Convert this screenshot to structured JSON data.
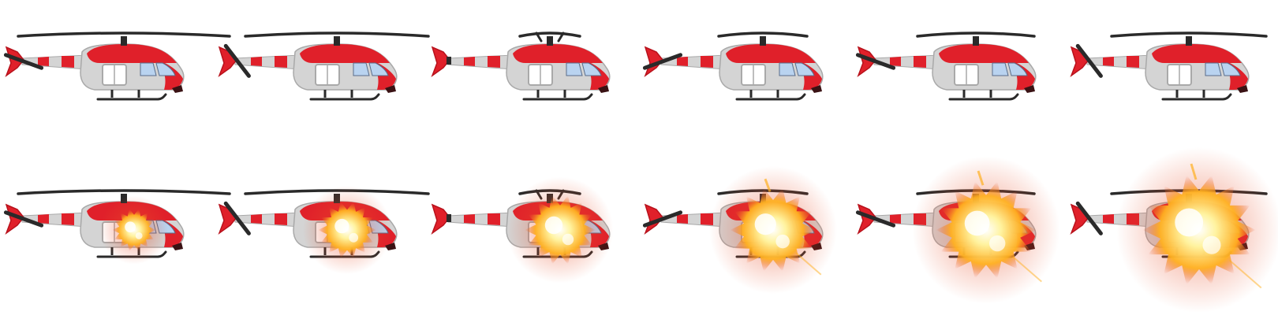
{
  "sprite_sheet": {
    "rows": [
      {
        "name": "flying",
        "frames": [
          {
            "rotor_phase": 1.0,
            "tail_phase": 0,
            "explosion": 0
          },
          {
            "rotor_phase": 0.85,
            "tail_phase": 1,
            "explosion": 0
          },
          {
            "rotor_phase": 0.2,
            "tail_phase": 2,
            "explosion": 0
          },
          {
            "rotor_phase": 0.35,
            "tail_phase": 3,
            "explosion": 0
          },
          {
            "rotor_phase": 0.5,
            "tail_phase": 0,
            "explosion": 0
          },
          {
            "rotor_phase": 0.7,
            "tail_phase": 1,
            "explosion": 0
          }
        ]
      },
      {
        "name": "exploding",
        "frames": [
          {
            "rotor_phase": 1.0,
            "tail_phase": 0,
            "explosion": 0.18
          },
          {
            "rotor_phase": 0.85,
            "tail_phase": 1,
            "explosion": 0.35
          },
          {
            "rotor_phase": 0.2,
            "tail_phase": 2,
            "explosion": 0.5
          },
          {
            "rotor_phase": 0.35,
            "tail_phase": 3,
            "explosion": 0.68
          },
          {
            "rotor_phase": 0.5,
            "tail_phase": 0,
            "explosion": 0.85
          },
          {
            "rotor_phase": 0.7,
            "tail_phase": 1,
            "explosion": 1.0
          }
        ]
      }
    ],
    "colors": {
      "background": "#ffffff",
      "body_red": "#e0202a",
      "body_red_dark": "#b8121c",
      "fuselage_gray": "#d4d4d4",
      "fuselage_gray_dark": "#a9a9a9",
      "window_blue": "#b9d3f0",
      "rotor_black": "#2a2a2a",
      "fire_yellow": "#fff3a0",
      "fire_orange": "#ffb020",
      "fire_red": "#e8502a"
    },
    "icons": {
      "vehicle": "helicopter-icon",
      "effect": "explosion-icon"
    }
  }
}
